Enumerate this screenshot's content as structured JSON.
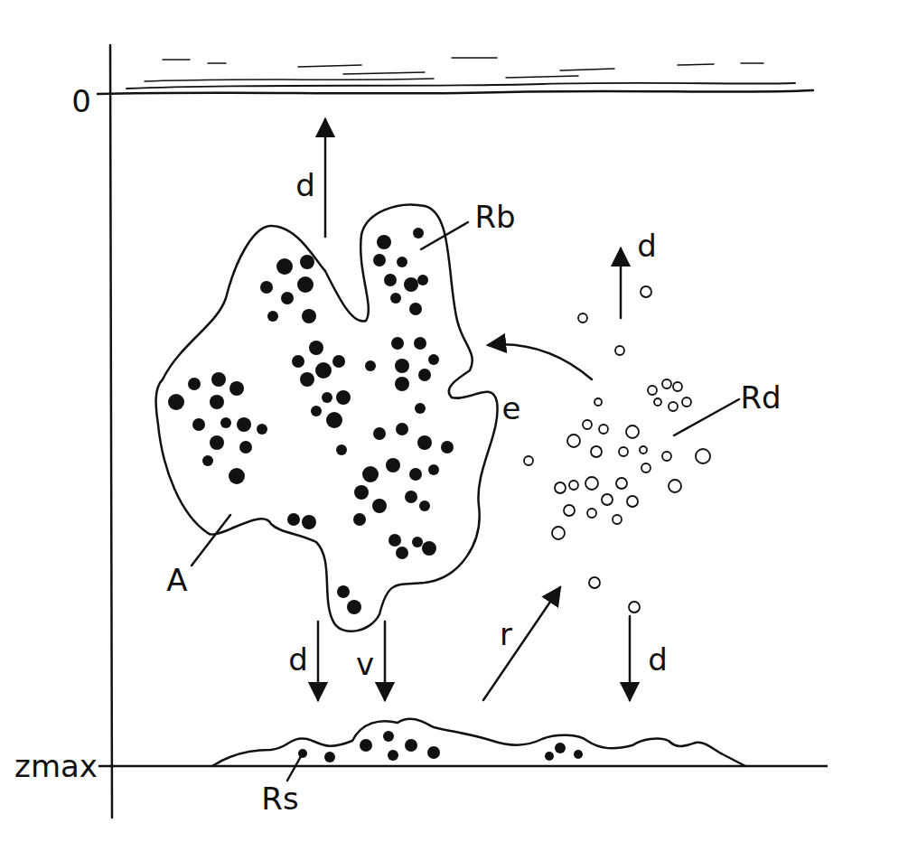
{
  "diagram": {
    "labels": [
      "0",
      "d",
      "Rb",
      "d",
      "e",
      "Rd",
      "A",
      "d",
      "v",
      "r",
      "d",
      "zmax",
      "Rs"
    ]
  }
}
